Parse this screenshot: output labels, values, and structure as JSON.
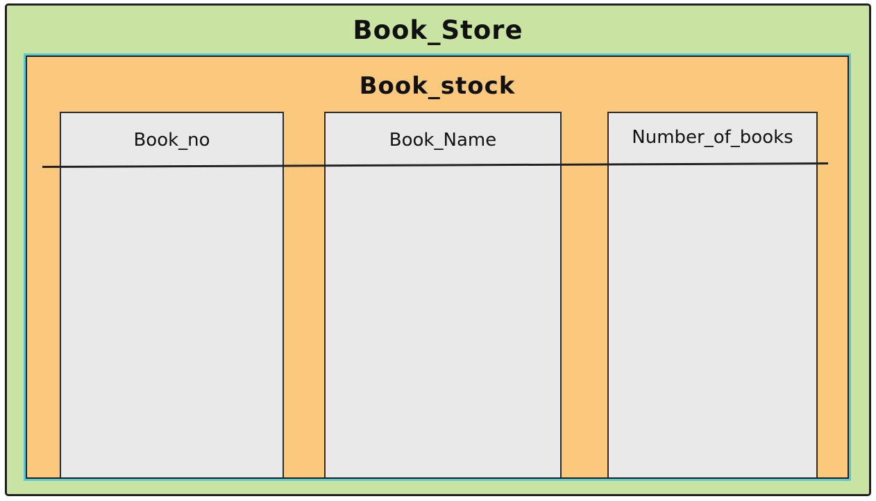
{
  "diagram": {
    "title": "Book_Store",
    "table": {
      "title": "Book_stock",
      "columns": [
        {
          "label": "Book_no"
        },
        {
          "label": "Book_Name"
        },
        {
          "label": "Number_of_books"
        }
      ]
    },
    "colors": {
      "outer_fill": "#c9e3a3",
      "inner_fill": "#fbc97d",
      "inner_highlight": "#5cc9d2",
      "column_fill": "#e9e9ea",
      "border": "#1f1f1f",
      "text": "#111111"
    }
  }
}
